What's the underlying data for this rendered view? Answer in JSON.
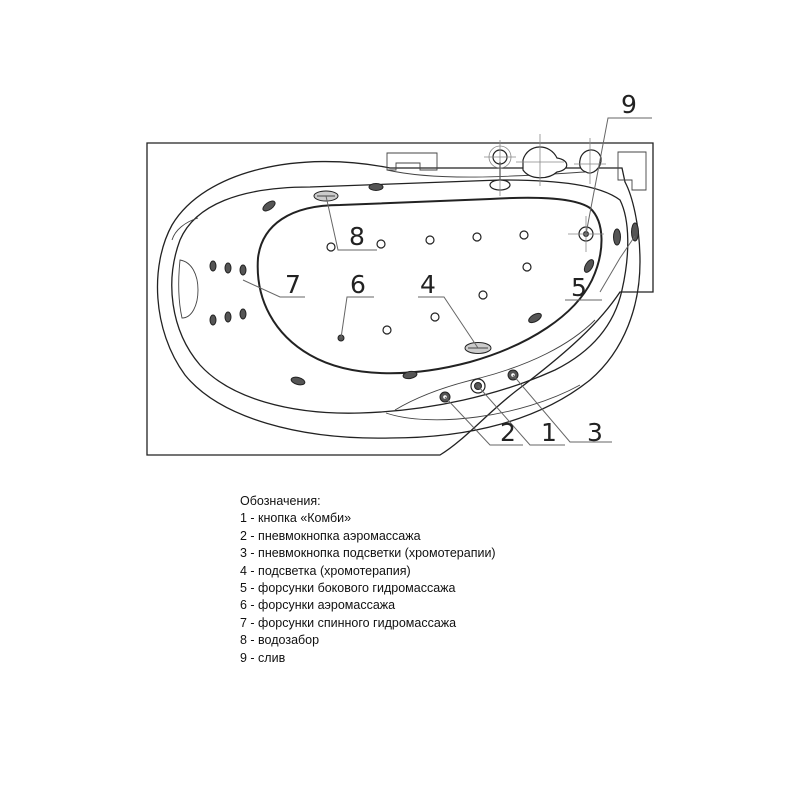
{
  "diagram": {
    "callouts": [
      "1",
      "2",
      "3",
      "4",
      "5",
      "6",
      "7",
      "8",
      "9"
    ]
  },
  "legend": {
    "title": "Обозначения:",
    "items": [
      "1 - кнопка «Комби»",
      "2 - пневмокнопка аэромассажа",
      "3 - пневмокнопка подсветки (хромотерапии)",
      "4 - подсветка (хромотерапия)",
      "5 - форсунки бокового гидромассажа",
      "6 - форсунки аэромассажа",
      "7 - форсунки спинного гидромассажа",
      "8 - водозабор",
      "9 - слив"
    ]
  }
}
